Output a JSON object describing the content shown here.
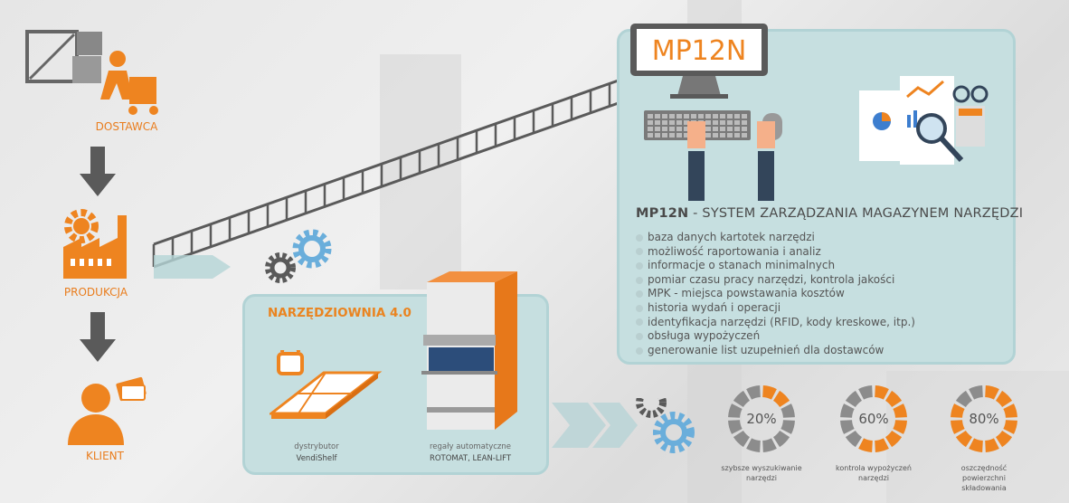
{
  "flow": {
    "supplier": "DOSTAWCA",
    "production": "PRODUKCJA",
    "client": "KLIENT"
  },
  "monitor": {
    "screen_text": "MP12N"
  },
  "system": {
    "title_bold": "MP12N",
    "title_rest": " - SYSTEM ZARZĄDZANIA MAGAZYNEM NARZĘDZI",
    "features": [
      "baza danych kartotek narzędzi",
      "możliwość raportowania i analiz",
      "informacje o stanach minimalnych",
      "pomiar czasu pracy narzędzi, kontrola jakości",
      "MPK - miejsca powstawania kosztów",
      "historia wydań i operacji",
      "identyfikacja narzędzi (RFID, kody kreskowe, itp.)",
      "obsługa wypożyczeń",
      "generowanie list uzupełnień dla dostawców"
    ]
  },
  "toolroom": {
    "title": "NARZĘDZIOWNIA 4.0",
    "vendishelf_line1": "dystrybutor",
    "vendishelf_line2": "VendiShelf",
    "rack_line1": "regały automatyczne",
    "rack_line2": "ROTOMAT, LEAN-LIFT"
  },
  "stats": [
    {
      "value": 20,
      "label": "20%",
      "caption": "szybsze wyszukiwanie narzędzi"
    },
    {
      "value": 60,
      "label": "60%",
      "caption": "kontrola wypożyczeń narzędzi"
    },
    {
      "value": 80,
      "label": "80%",
      "caption": "oszczędność powierzchni składowania"
    }
  ],
  "colors": {
    "orange": "#ee8420",
    "gray": "#8c8c8c",
    "panel": "#c6dfe0"
  }
}
